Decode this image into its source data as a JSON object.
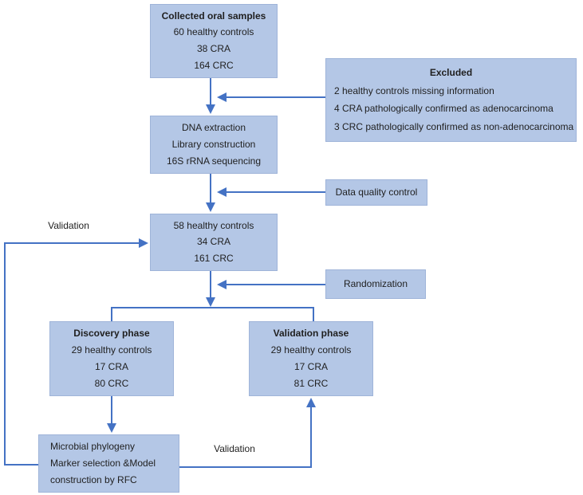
{
  "diagram": {
    "colors": {
      "box_fill": "#b4c7e6",
      "box_border": "#9fb4d9",
      "arrow": "#4472c4",
      "text": "#1f1f1f"
    },
    "boxes": {
      "collected": {
        "title": "Collected oral samples",
        "lines": [
          "60 healthy controls",
          "38 CRA",
          "164 CRC"
        ]
      },
      "excluded": {
        "title": "Excluded",
        "lines": [
          "2 healthy controls missing information",
          "4 CRA pathologically confirmed as adenocarcinoma",
          "3 CRC pathologically confirmed as non-adenocarcinoma"
        ]
      },
      "dna": {
        "lines": [
          "DNA extraction",
          "Library construction",
          "16S rRNA sequencing"
        ]
      },
      "quality": {
        "label": "Data quality control"
      },
      "filtered": {
        "lines": [
          "58 healthy controls",
          "34 CRA",
          "161 CRC"
        ]
      },
      "randomization": {
        "label": "Randomization"
      },
      "discovery": {
        "title": "Discovery phase",
        "lines": [
          "29 healthy controls",
          "17 CRA",
          "80 CRC"
        ]
      },
      "validation_phase": {
        "title": "Validation phase",
        "lines": [
          "29 healthy controls",
          "17 CRA",
          "81 CRC"
        ]
      },
      "model": {
        "lines": [
          "Microbial phylogeny",
          "Marker selection &Model",
          "construction by RFC"
        ]
      }
    },
    "labels": {
      "validation_left": "Validation",
      "validation_bottom": "Validation"
    }
  }
}
